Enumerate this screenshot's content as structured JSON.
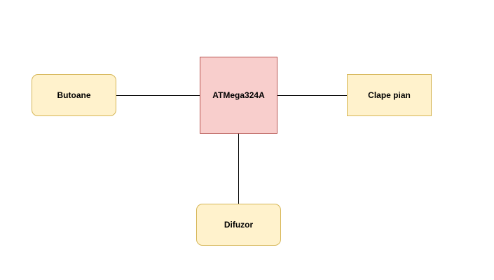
{
  "colors": {
    "mcu_fill": "#f8cecc",
    "mcu_border": "#b85450",
    "peripheral_fill": "#fff2cc",
    "peripheral_border": "#d6b656",
    "connector": "#000000"
  },
  "nodes": {
    "mcu": {
      "label": "ATMega324A"
    },
    "butoane": {
      "label": "Butoane"
    },
    "clape_pian": {
      "label": "Clape pian"
    },
    "difuzor": {
      "label": "Difuzor"
    }
  },
  "edges": [
    {
      "from": "butoane",
      "to": "mcu"
    },
    {
      "from": "mcu",
      "to": "clape_pian"
    },
    {
      "from": "mcu",
      "to": "difuzor"
    }
  ]
}
